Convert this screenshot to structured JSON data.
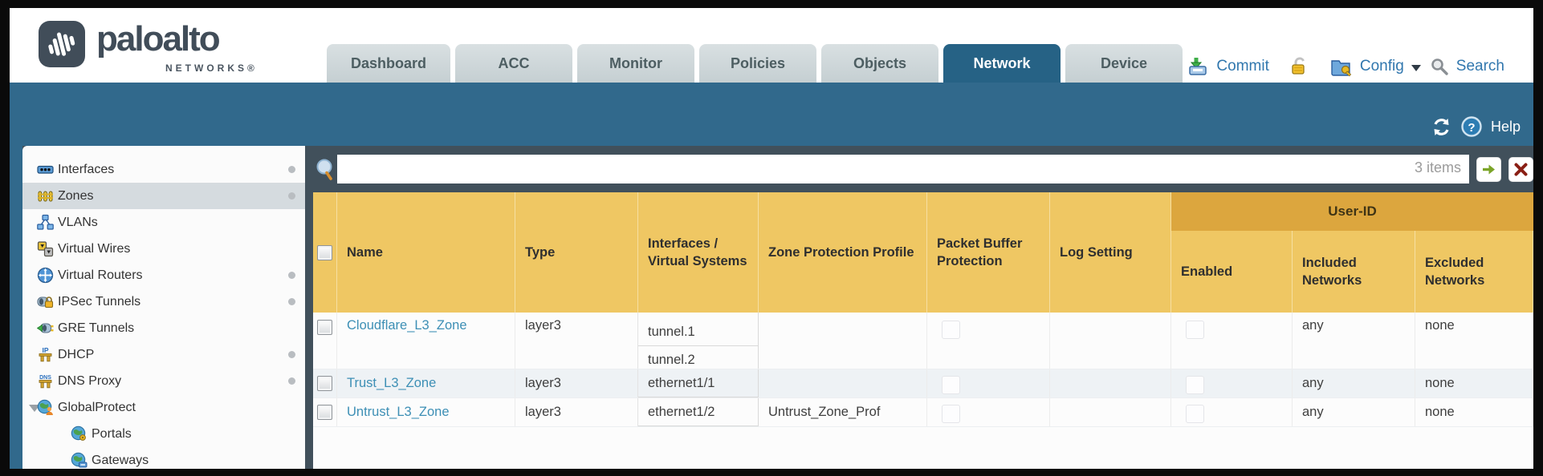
{
  "header": {
    "brand": "paloalto",
    "brand_sub": "NETWORKS®",
    "tabs": [
      {
        "label": "Dashboard",
        "active": false
      },
      {
        "label": "ACC",
        "active": false
      },
      {
        "label": "Monitor",
        "active": false
      },
      {
        "label": "Policies",
        "active": false
      },
      {
        "label": "Objects",
        "active": false
      },
      {
        "label": "Network",
        "active": true
      },
      {
        "label": "Device",
        "active": false
      }
    ],
    "actions": {
      "commit": "Commit",
      "config": "Config",
      "search": "Search"
    }
  },
  "band": {
    "help_label": "Help"
  },
  "sidebar": {
    "items": [
      {
        "label": "Interfaces",
        "dot": true
      },
      {
        "label": "Zones",
        "dot": true,
        "selected": true
      },
      {
        "label": "VLANs"
      },
      {
        "label": "Virtual Wires"
      },
      {
        "label": "Virtual Routers",
        "dot": true
      },
      {
        "label": "IPSec Tunnels",
        "dot": true
      },
      {
        "label": "GRE Tunnels"
      },
      {
        "label": "DHCP",
        "dot": true
      },
      {
        "label": "DNS Proxy",
        "dot": true
      },
      {
        "label": "GlobalProtect",
        "expanded": true
      },
      {
        "label": "Portals",
        "indent": 1
      },
      {
        "label": "Gateways",
        "indent": 1
      }
    ]
  },
  "filterbar": {
    "value": "",
    "count_label": "3 items"
  },
  "table": {
    "group_header": "User-ID",
    "columns": [
      "",
      "Name",
      "Type",
      "Interfaces / Virtual Systems",
      "Zone Protection Profile",
      "Packet Buffer Protection",
      "Log Setting",
      "Enabled",
      "Included Networks",
      "Excluded Networks"
    ],
    "rows": [
      {
        "name": "Cloudflare_L3_Zone",
        "type": "layer3",
        "interfaces": [
          "tunnel.1",
          "tunnel.2"
        ],
        "zone_protection_profile": "",
        "log_setting": "",
        "included_networks": "any",
        "excluded_networks": "none"
      },
      {
        "name": "Trust_L3_Zone",
        "type": "layer3",
        "interfaces": [
          "ethernet1/1"
        ],
        "zone_protection_profile": "",
        "log_setting": "",
        "included_networks": "any",
        "excluded_networks": "none"
      },
      {
        "name": "Untrust_L3_Zone",
        "type": "layer3",
        "interfaces": [
          "ethernet1/2"
        ],
        "zone_protection_profile": "Untrust_Zone_Prof",
        "log_setting": "",
        "included_networks": "any",
        "excluded_networks": "none"
      }
    ]
  },
  "colors": {
    "teal_band": "#31698c",
    "active_tab": "#266285",
    "inactive_tab": "#c5cfd2",
    "slate_bg": "#41505b",
    "gold_header": "#efc763",
    "gold_group": "#dca63e",
    "link_blue": "#3d8fb5",
    "action_blue": "#3177ae",
    "alt_row": "#eef2f5",
    "sidebar_selected": "#d5dbdf",
    "logo_slate": "#414d59"
  }
}
